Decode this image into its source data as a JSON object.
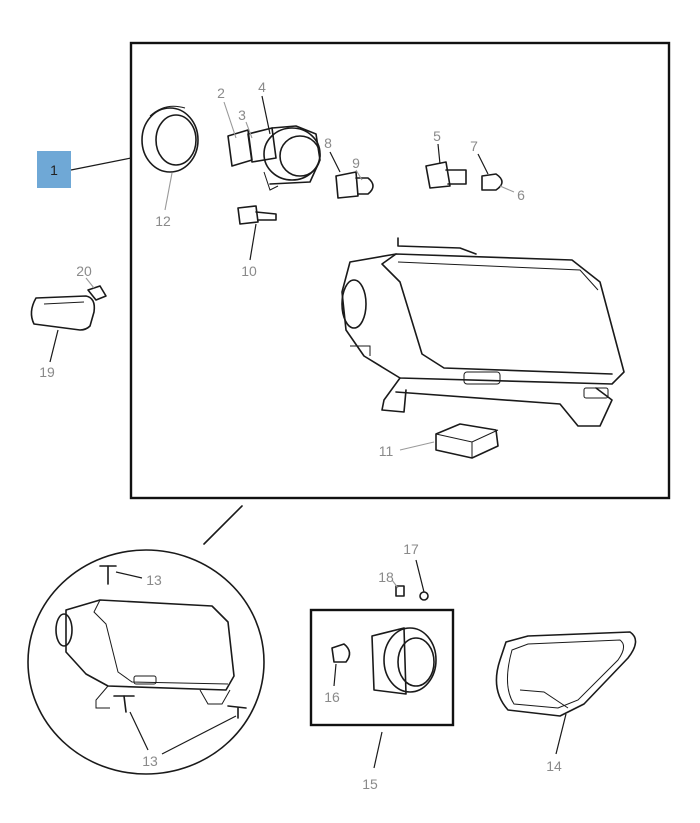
{
  "diagram": {
    "callout_1": "1",
    "labels": {
      "n2": "2",
      "n3": "3",
      "n4": "4",
      "n5": "5",
      "n6": "6",
      "n7": "7",
      "n8": "8",
      "n9": "9",
      "n10": "10",
      "n11": "11",
      "n12": "12",
      "n13": "13",
      "n14": "14",
      "n15": "15",
      "n16": "16",
      "n17": "17",
      "n18": "18",
      "n19": "19",
      "n20": "20"
    },
    "colors": {
      "callout_fill": "#6fa8d6",
      "label_grey": "#8a8a8a",
      "line": "#1a1a1a"
    }
  }
}
